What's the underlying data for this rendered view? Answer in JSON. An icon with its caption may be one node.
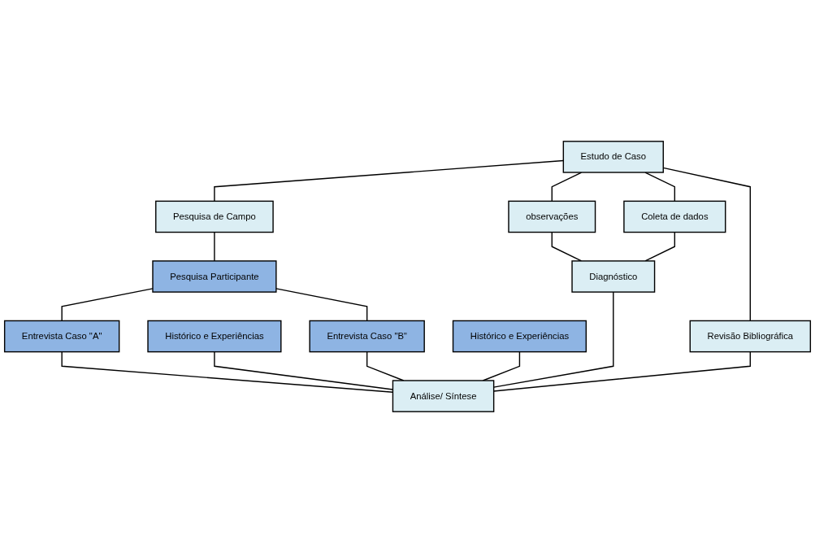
{
  "diagram": {
    "nodes": [
      {
        "text": [
          "Estudo de Caso"
        ]
      },
      {
        "text": [
          "Pesquisa de Campo"
        ]
      },
      {
        "text": [
          "Revisão Bibliográfica"
        ]
      },
      {
        "text": [
          "Pesquisa Participante"
        ]
      },
      {
        "text": [
          "observações"
        ]
      },
      {
        "text": [
          "Coleta de dados"
        ]
      },
      {
        "text": [
          "Entrevista Caso \"A\""
        ]
      },
      {
        "text": [
          "Entrevista Caso \"B\""
        ]
      },
      {
        "text": [
          "Diagnóstico"
        ]
      },
      {
        "text": [
          "Histórico e Experiências"
        ]
      },
      {
        "text": [
          "Histórico e Experiências"
        ]
      },
      {
        "text": [
          "Análise/ Síntese"
        ]
      }
    ],
    "edges": [
      {
        "from": 0,
        "to": 1,
        "arrow": "none"
      },
      {
        "from": 0,
        "to": 2,
        "arrow": "none"
      },
      {
        "from": 0,
        "to": 4,
        "arrow": "none"
      },
      {
        "from": 0,
        "to": 5,
        "arrow": "none"
      },
      {
        "from": 1,
        "to": 3,
        "arrow": "none"
      },
      {
        "from": 3,
        "to": 6,
        "arrow": "none"
      },
      {
        "from": 3,
        "to": 7,
        "arrow": "none"
      },
      {
        "from": 4,
        "to": 8,
        "arrow": "none"
      },
      {
        "from": 5,
        "to": 8,
        "arrow": "none"
      },
      {
        "from": 6,
        "to": 11,
        "arrow": "none"
      },
      {
        "from": 9,
        "to": 11,
        "arrow": "none"
      },
      {
        "from": 7,
        "to": 11,
        "arrow": "none"
      },
      {
        "from": 10,
        "to": 11,
        "arrow": "none"
      },
      {
        "from": 8,
        "to": 11,
        "arrow": "none"
      },
      {
        "from": 2,
        "to": 11,
        "arrow": "none"
      }
    ]
  }
}
